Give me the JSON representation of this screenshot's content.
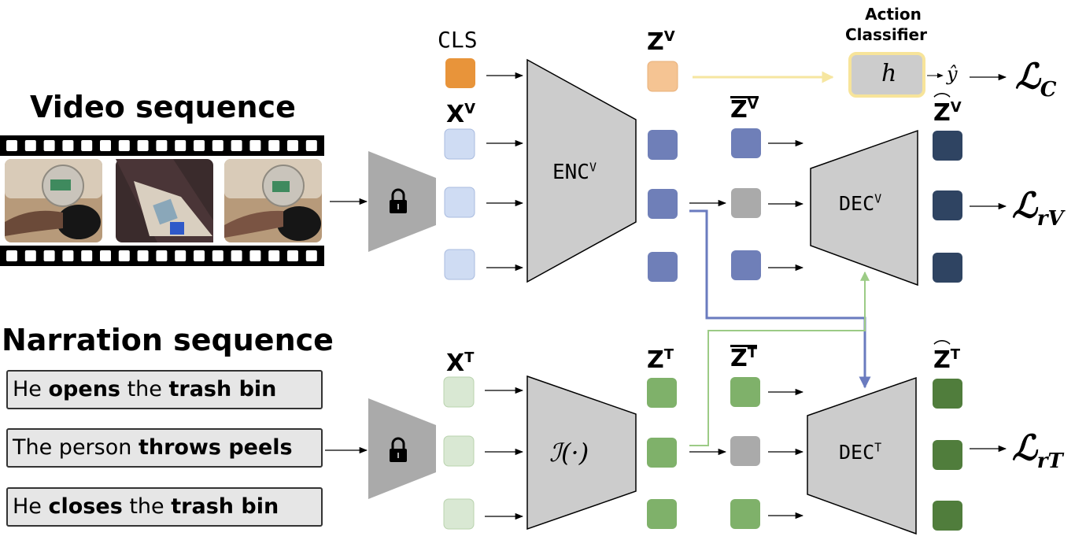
{
  "sections": {
    "video": "Video sequence",
    "narration": "Narration sequence"
  },
  "narrations": [
    {
      "parts": [
        {
          "t": "He ",
          "b": false
        },
        {
          "t": "opens",
          "b": true
        },
        {
          "t": " the ",
          "b": false
        },
        {
          "t": "trash bin",
          "b": true
        }
      ]
    },
    {
      "parts": [
        {
          "t": "The person ",
          "b": false
        },
        {
          "t": "throws peels",
          "b": true
        }
      ]
    },
    {
      "parts": [
        {
          "t": "He ",
          "b": false
        },
        {
          "t": "closes",
          "b": true
        },
        {
          "t": " the ",
          "b": false
        },
        {
          "t": "trash bin",
          "b": true
        }
      ]
    }
  ],
  "tokens": {
    "cls": "CLS",
    "xv": {
      "base": "X",
      "sup": "V"
    },
    "xt": {
      "base": "X",
      "sup": "T"
    },
    "zv": {
      "base": "Z",
      "sup": "V"
    },
    "zt": {
      "base": "Z",
      "sup": "T"
    },
    "zbar_v": {
      "base": "Z",
      "sup": "V"
    },
    "zbar_t": {
      "base": "Z",
      "sup": "T"
    },
    "zhat_v": {
      "base": "Z",
      "sup": "V"
    },
    "zhat_t": {
      "base": "Z",
      "sup": "T"
    }
  },
  "blocks": {
    "enc_v": {
      "base": "ENC",
      "sup": "V"
    },
    "enc_t": "ℐ(·)",
    "dec_v": {
      "base": "DEC",
      "sup": "V"
    },
    "dec_t": {
      "base": "DEC",
      "sup": "T"
    }
  },
  "classifier": {
    "title_line1": "Action",
    "title_line2": "Classifier",
    "h": "h",
    "yhat": "ŷ"
  },
  "losses": {
    "lc": {
      "base": "ℒ",
      "sub": "C"
    },
    "lrv": {
      "base": "ℒ",
      "sub": "rV"
    },
    "lrt": {
      "base": "ℒ",
      "sub": "rT"
    }
  },
  "icons": [
    "lock-icon",
    "film-strip"
  ],
  "colors": {
    "cls": "#e8943a",
    "zv_cls": "#f5c493",
    "xv": "#cfdcf3",
    "zv": "#6f7fb8",
    "zbar_mask": "#aaaaaa",
    "zhat_v": "#2f4462",
    "xt": "#d9e8d3",
    "zt": "#7fb16a",
    "zhat_t": "#507d3c",
    "block": "#cccccc",
    "frozen": "#aaaaaa",
    "classifier_border": "#f7e49a",
    "blue_arrow": "#6a7bbf",
    "green_arrow": "#9ccb86",
    "yellow_arrow": "#f6e6a0"
  }
}
